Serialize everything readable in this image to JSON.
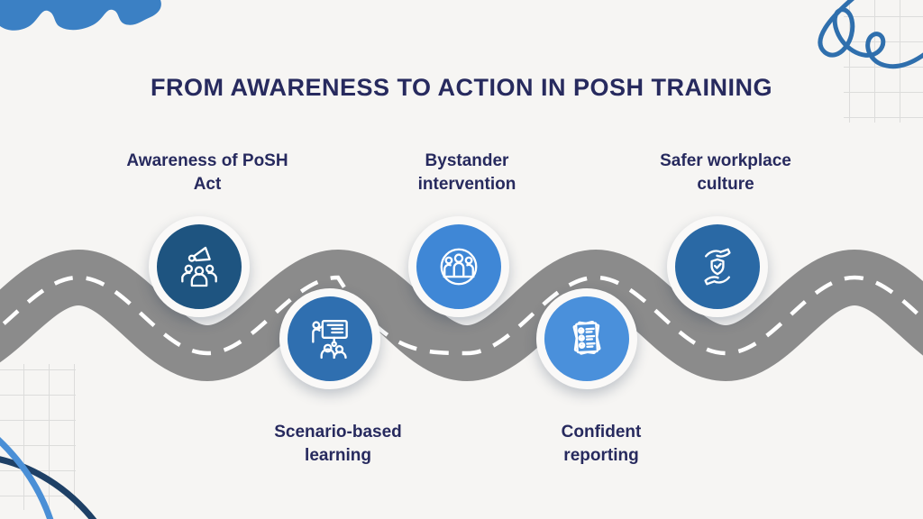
{
  "title": "FROM AWARENESS TO ACTION IN POSH TRAINING",
  "colors": {
    "background": "#f6f5f3",
    "title_text": "#272a5e",
    "label_text": "#272a5e",
    "road": "#8b8b8b",
    "road_dash": "#ffffff",
    "blob_blue": "#3b80c4",
    "squiggle_blue": "#2f6fad",
    "arc_light_blue": "#4a8fd6",
    "arc_dark_navy": "#1e4066",
    "grid_line": "#dcdcdb"
  },
  "milestones": [
    {
      "label": "Awareness of PoSH Act",
      "lines": [
        "Awareness of PoSH",
        "Act"
      ],
      "icon": "megaphone-audience-icon",
      "circle_color": "#1e5480",
      "row": "top"
    },
    {
      "label": "Scenario-based learning",
      "lines": [
        "Scenario-based",
        "learning"
      ],
      "icon": "presenter-whiteboard-icon",
      "circle_color": "#2f6fb0",
      "row": "bottom"
    },
    {
      "label": "Bystander intervention",
      "lines": [
        "Bystander",
        "intervention"
      ],
      "icon": "people-group-circle-icon",
      "circle_color": "#3f87d6",
      "row": "top"
    },
    {
      "label": "Confident reporting",
      "lines": [
        "Confident",
        "reporting"
      ],
      "icon": "checklist-report-icon",
      "circle_color": "#4a90db",
      "row": "bottom"
    },
    {
      "label": "Safer workplace culture",
      "lines": [
        "Safer workplace",
        "culture"
      ],
      "icon": "hands-shield-icon",
      "circle_color": "#2a69a5",
      "row": "top"
    }
  ]
}
